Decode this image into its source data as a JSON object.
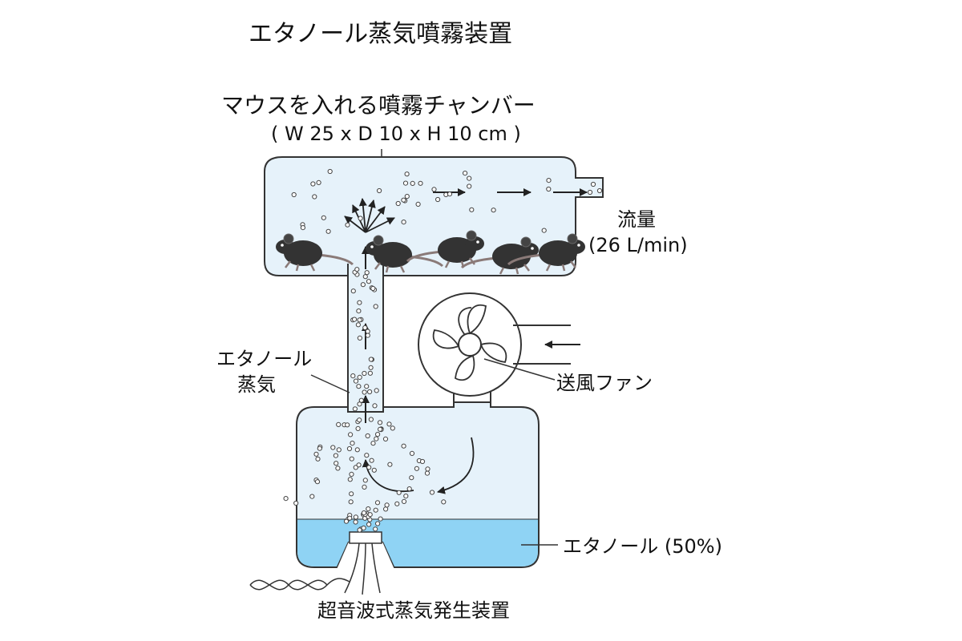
{
  "title": "エタノール蒸気噴霧装置",
  "labels": {
    "chamber": "マウスを入れる噴霧チャンバー",
    "chamber_size": "( W 25 x D 10 x H 10 cm )",
    "flow": "流量",
    "flow_value": "(26 L/min)",
    "vapor_line1": "エタノール",
    "vapor_line2": "蒸気",
    "fan": "送風ファン",
    "liquid": "エタノール (50%)",
    "generator": "超音波式蒸気発生装置"
  },
  "colors": {
    "chamber_fill": "#e6f2fa",
    "liquid_fill": "#8fd3f4",
    "outline": "#333333",
    "mouse": "#333333"
  },
  "icons": [
    "mouse-icon",
    "fan-icon",
    "arrow-icon",
    "cable-icon"
  ]
}
